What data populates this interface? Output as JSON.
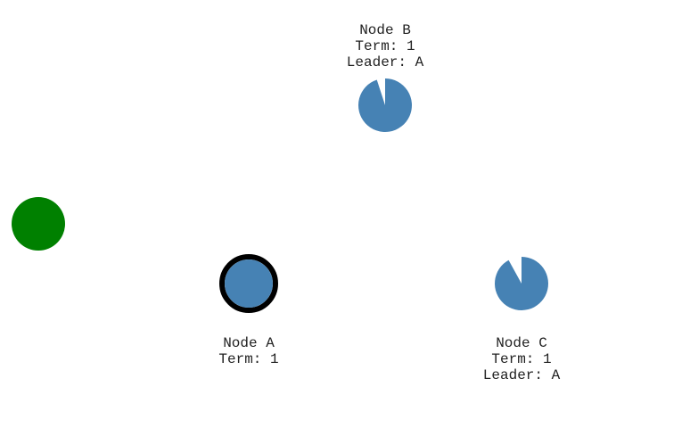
{
  "colors": {
    "node_fill": "#4682b4",
    "client_fill": "#008000",
    "leader_ring": "#000000",
    "label_text": "#222222"
  },
  "client": {
    "role": "client"
  },
  "nodes": [
    {
      "id": "A",
      "name": "Node A",
      "term": "Term: 1",
      "leader": "",
      "is_leader": true,
      "timer_progress": 1.0
    },
    {
      "id": "B",
      "name": "Node B",
      "term": "Term: 1",
      "leader": "Leader: A",
      "is_leader": false,
      "timer_progress": 0.95
    },
    {
      "id": "C",
      "name": "Node C",
      "term": "Term: 1",
      "leader": "Leader: A",
      "is_leader": false,
      "timer_progress": 0.92
    }
  ]
}
